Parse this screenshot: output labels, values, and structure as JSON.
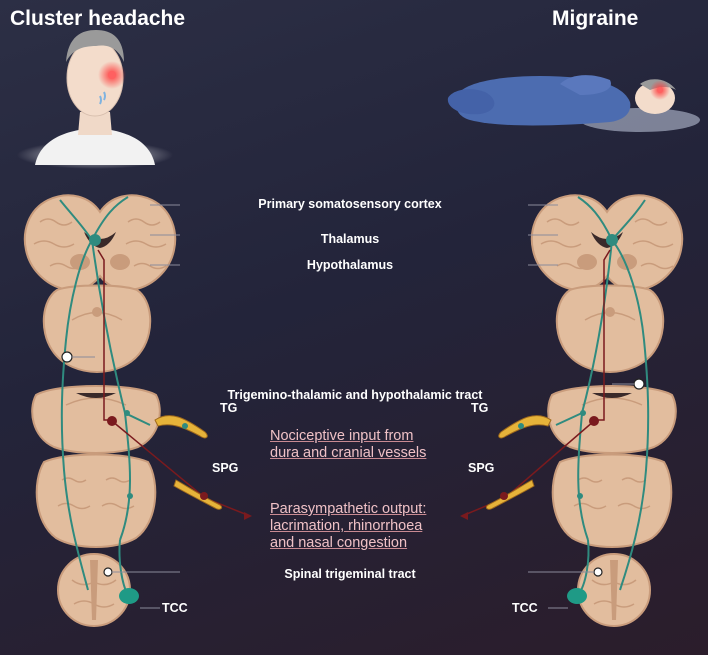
{
  "titles": {
    "left": "Cluster headache",
    "right": "Migraine"
  },
  "labels": {
    "cortex": "Primary somatosensory cortex",
    "thalamus": "Thalamus",
    "hypothalamus": "Hypothalamus",
    "tract": "Trigemino-thalamic and hypothalamic tract",
    "spinal": "Spinal trigeminal tract",
    "tg": "TG",
    "spg": "SPG",
    "tcc": "TCC"
  },
  "notes": {
    "nociceptive": [
      "Nociceptive input from",
      "dura and cranial vessels"
    ],
    "parasympathetic": [
      "Parasympathetic output:",
      "lacrimation, rhinorrhoea",
      "and nasal congestion"
    ]
  },
  "colors": {
    "tissue": "#e2bd9e",
    "tissue_dark": "#c99c7c",
    "pathway": "#2f8b7f",
    "nociceptive": "#7a1a1e",
    "ganglion": "#e6b33a",
    "pink_text": "#efc1c6"
  }
}
